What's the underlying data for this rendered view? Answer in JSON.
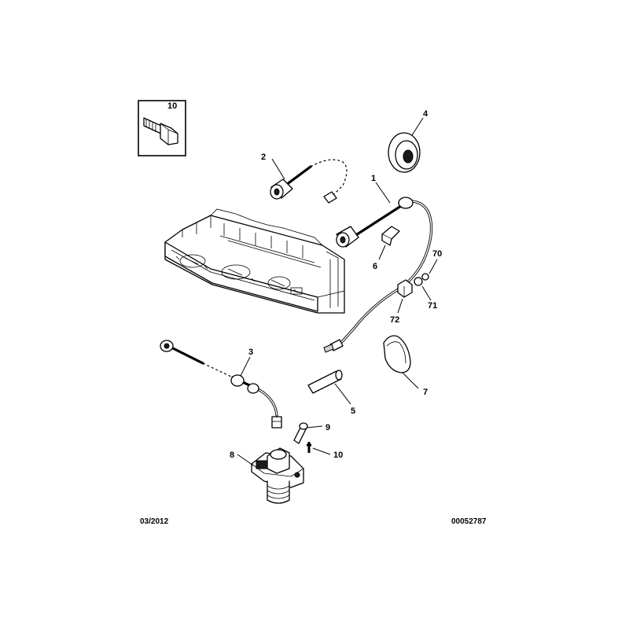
{
  "inset": {
    "callout": "10"
  },
  "callouts": [
    {
      "id": "c1",
      "text": "1"
    },
    {
      "id": "c2",
      "text": "2"
    },
    {
      "id": "c3",
      "text": "3"
    },
    {
      "id": "c4",
      "text": "4"
    },
    {
      "id": "c5",
      "text": "5"
    },
    {
      "id": "c6",
      "text": "6"
    },
    {
      "id": "c7",
      "text": "7"
    },
    {
      "id": "c8",
      "text": "8"
    },
    {
      "id": "c9",
      "text": "9"
    },
    {
      "id": "c10",
      "text": "10"
    },
    {
      "id": "c70",
      "text": "70"
    },
    {
      "id": "c71",
      "text": "71"
    },
    {
      "id": "c72",
      "text": "72"
    }
  ],
  "footer": {
    "date": "03/2012",
    "reference": "00052787"
  }
}
